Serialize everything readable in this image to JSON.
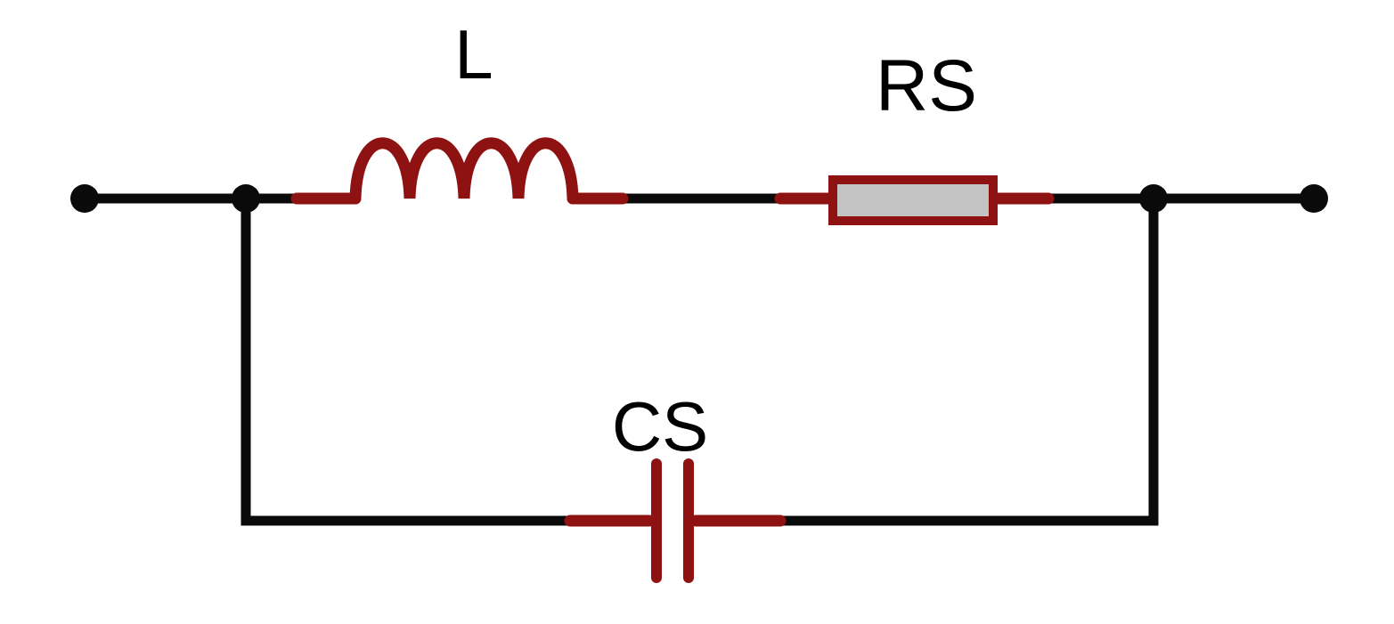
{
  "diagram": {
    "kind": "circuit-schematic",
    "description": "Two-terminal network: inductor L in series with resistor RS on the top branch, capacitor CS on the parallel bottom branch"
  },
  "labels": {
    "inductor": "L",
    "resistor": "RS",
    "capacitor": "CS"
  },
  "colors": {
    "wire": "#0a0a0a",
    "component": "#8e1212",
    "resistor_fill": "#c3c3c3",
    "background": "#ffffff"
  }
}
